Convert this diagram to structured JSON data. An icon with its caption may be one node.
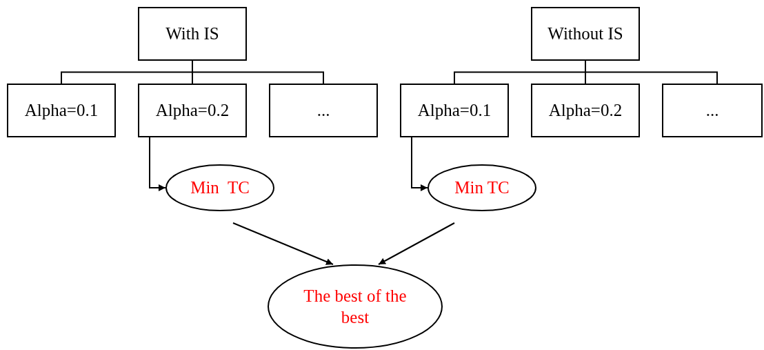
{
  "diagram": {
    "nodes": [
      {
        "text": [
          "With IS"
        ]
      },
      {
        "text": [
          "Alpha=0.1"
        ]
      },
      {
        "text": [
          "Alpha=0.2"
        ]
      },
      {
        "text": [
          "..."
        ]
      },
      {
        "text": [
          "Without IS"
        ]
      },
      {
        "text": [
          "Alpha=0.1"
        ]
      },
      {
        "text": [
          "Alpha=0.2"
        ]
      },
      {
        "text": [
          "..."
        ]
      },
      {
        "text": [
          "Min  TC"
        ]
      },
      {
        "text": [
          "Min TC"
        ]
      },
      {
        "text": [
          "The best of the best"
        ]
      }
    ],
    "edges": [
      {
        "from": 0,
        "to": 1,
        "arrow": "none"
      },
      {
        "from": 0,
        "to": 2,
        "arrow": "none"
      },
      {
        "from": 0,
        "to": 3,
        "arrow": "none"
      },
      {
        "from": 4,
        "to": 5,
        "arrow": "none"
      },
      {
        "from": 4,
        "to": 6,
        "arrow": "none"
      },
      {
        "from": 4,
        "to": 7,
        "arrow": "none"
      },
      {
        "from": 2,
        "to": 8,
        "arrow": "to"
      },
      {
        "from": 5,
        "to": 9,
        "arrow": "to"
      },
      {
        "from": 8,
        "to": 10,
        "arrow": "to"
      },
      {
        "from": 9,
        "to": 10,
        "arrow": "to"
      }
    ]
  }
}
